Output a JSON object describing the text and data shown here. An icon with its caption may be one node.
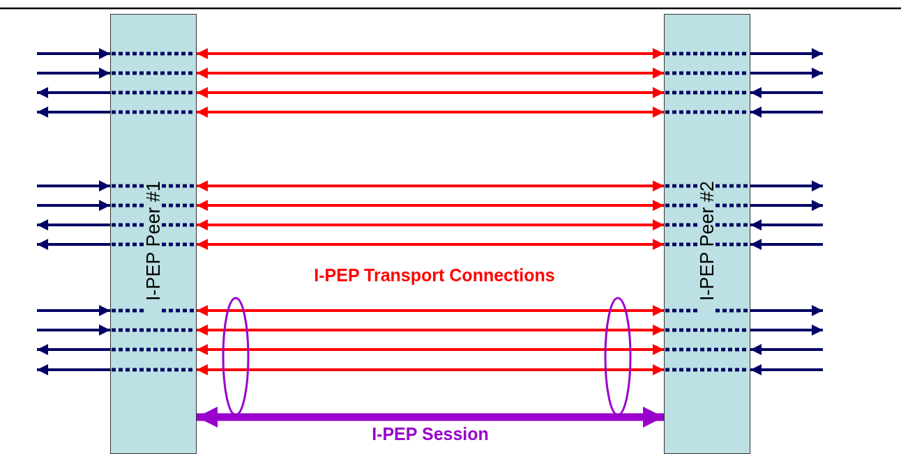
{
  "diagram": {
    "nodes": [
      {
        "text": [
          "I-PEP Peer #1"
        ]
      },
      {
        "text": [
          "I-PEP Peer #2"
        ]
      }
    ],
    "edges": [
      {
        "from": 0,
        "to": 1,
        "arrow": "both",
        "color": "#ff0000"
      },
      {
        "from": null,
        "to": 0,
        "arrow": "to"
      },
      {
        "from": 1,
        "to": null,
        "arrow": "to"
      },
      {
        "from": 0,
        "to": 1,
        "arrow": "both",
        "color": "#ff0000"
      },
      {
        "from": null,
        "to": 0,
        "arrow": "to"
      },
      {
        "from": 1,
        "to": null,
        "arrow": "to"
      },
      {
        "from": 0,
        "to": 1,
        "arrow": "both",
        "color": "#ff0000"
      },
      {
        "from": 0,
        "to": null,
        "arrow": "to"
      },
      {
        "from": null,
        "to": 1,
        "arrow": "to"
      },
      {
        "from": 0,
        "to": 1,
        "arrow": "both",
        "color": "#ff0000"
      },
      {
        "from": 0,
        "to": null,
        "arrow": "to"
      },
      {
        "from": null,
        "to": 1,
        "arrow": "to"
      },
      {
        "from": 0,
        "to": 1,
        "arrow": "both",
        "color": "#ff0000"
      },
      {
        "from": null,
        "to": 0,
        "arrow": "to"
      },
      {
        "from": 1,
        "to": null,
        "arrow": "to"
      },
      {
        "from": 0,
        "to": 1,
        "arrow": "both",
        "color": "#ff0000"
      },
      {
        "from": null,
        "to": 0,
        "arrow": "to"
      },
      {
        "from": 1,
        "to": null,
        "arrow": "to"
      },
      {
        "from": 0,
        "to": 1,
        "arrow": "both",
        "color": "#ff0000"
      },
      {
        "from": 0,
        "to": null,
        "arrow": "to"
      },
      {
        "from": null,
        "to": 1,
        "arrow": "to"
      },
      {
        "from": 0,
        "to": 1,
        "arrow": "both",
        "color": "#ff0000"
      },
      {
        "from": 0,
        "to": null,
        "arrow": "to"
      },
      {
        "from": null,
        "to": 1,
        "arrow": "to"
      },
      {
        "from": 0,
        "to": 1,
        "arrow": "both",
        "color": "#ff0000"
      },
      {
        "from": null,
        "to": 0,
        "arrow": "to"
      },
      {
        "from": 1,
        "to": null,
        "arrow": "to"
      },
      {
        "from": 0,
        "to": 1,
        "arrow": "both",
        "color": "#ff0000"
      },
      {
        "from": null,
        "to": 0,
        "arrow": "to"
      },
      {
        "from": 1,
        "to": null,
        "arrow": "to"
      },
      {
        "from": 0,
        "to": 1,
        "arrow": "both",
        "color": "#ff0000"
      },
      {
        "from": 0,
        "to": null,
        "arrow": "to"
      },
      {
        "from": null,
        "to": 1,
        "arrow": "to"
      },
      {
        "from": 0,
        "to": 1,
        "arrow": "both",
        "color": "#ff0000"
      },
      {
        "from": 0,
        "to": null,
        "arrow": "to"
      },
      {
        "from": null,
        "to": 1,
        "arrow": "to"
      },
      {
        "from": 0,
        "to": 1,
        "arrow": "both",
        "style": "thick",
        "color": "#9900cc",
        "label": "I-PEP Session"
      }
    ],
    "labels": [
      "I-PEP Transport Connections"
    ]
  }
}
